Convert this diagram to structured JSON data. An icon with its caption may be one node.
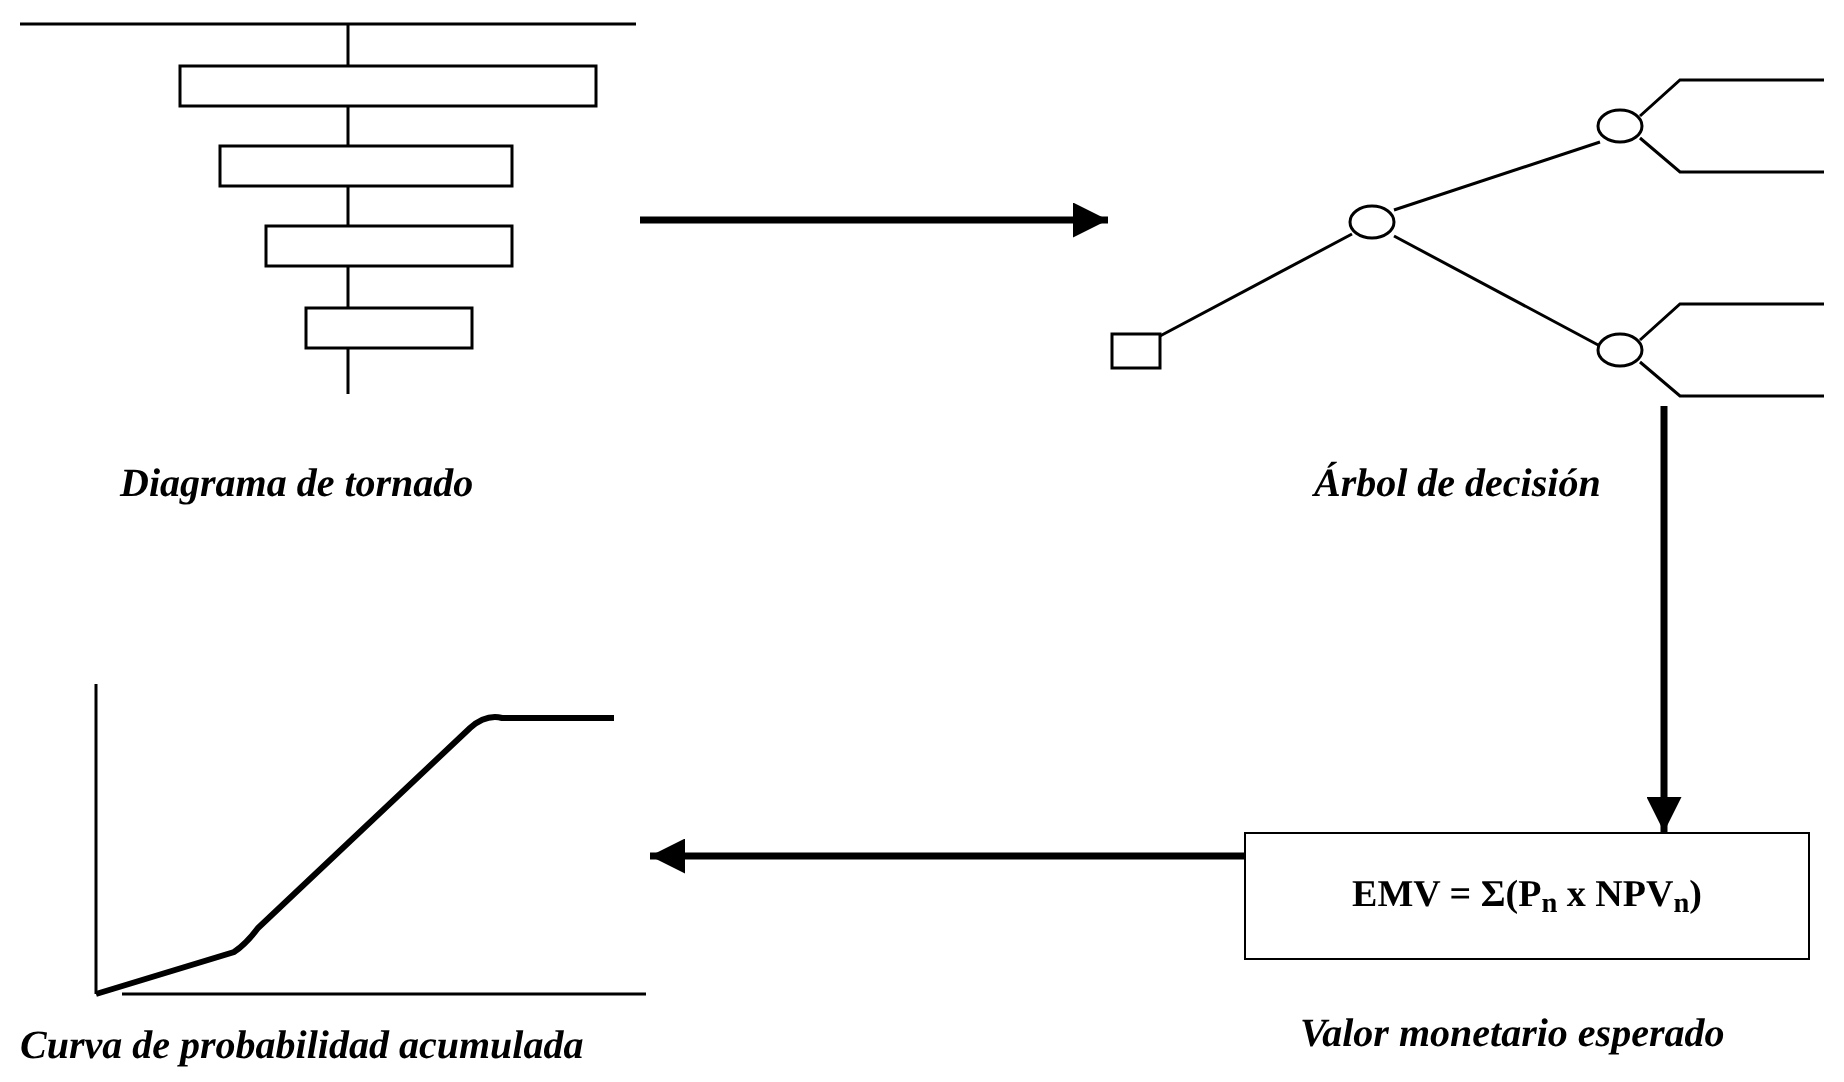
{
  "diagram": {
    "nodes": [
      {
        "text": [],
        "shape": "picture",
        "beside": [
          "Diagrama de tornado"
        ]
      },
      {
        "text": [],
        "shape": "picture",
        "beside": [
          "Árbol de decisión"
        ]
      },
      {
        "text": [
          "EMV = Σ(P$_{n}$ x NPV$_{n}$)"
        ],
        "beside": [
          "Valor monetario esperado"
        ]
      },
      {
        "text": [],
        "shape": "picture",
        "beside": [
          "Curva de probabilidad acumulada"
        ]
      }
    ],
    "edges": [
      {
        "from": 0,
        "to": 1,
        "arrow": "to"
      },
      {
        "from": 1,
        "to": 2,
        "arrow": "to"
      },
      {
        "from": 2,
        "to": 3,
        "arrow": "to"
      }
    ]
  }
}
